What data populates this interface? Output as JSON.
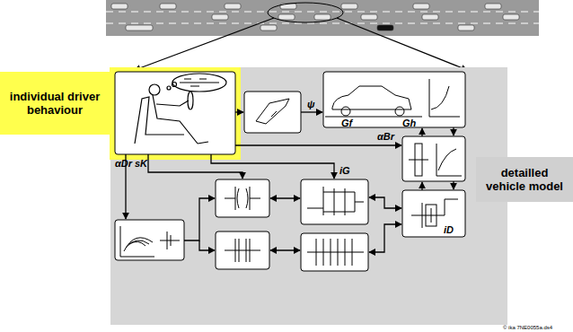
{
  "diagram": {
    "nodes": [
      {
        "text": [
          "individual driver behaviour"
        ]
      },
      {
        "text": [
          "detailled vehicle model"
        ]
      }
    ],
    "labels": [
      "ψ",
      "Gf",
      "Gh",
      "αBr",
      "αDr",
      "sK",
      "iG",
      "iD",
      "© ika 7NE0055a.ds4"
    ]
  }
}
